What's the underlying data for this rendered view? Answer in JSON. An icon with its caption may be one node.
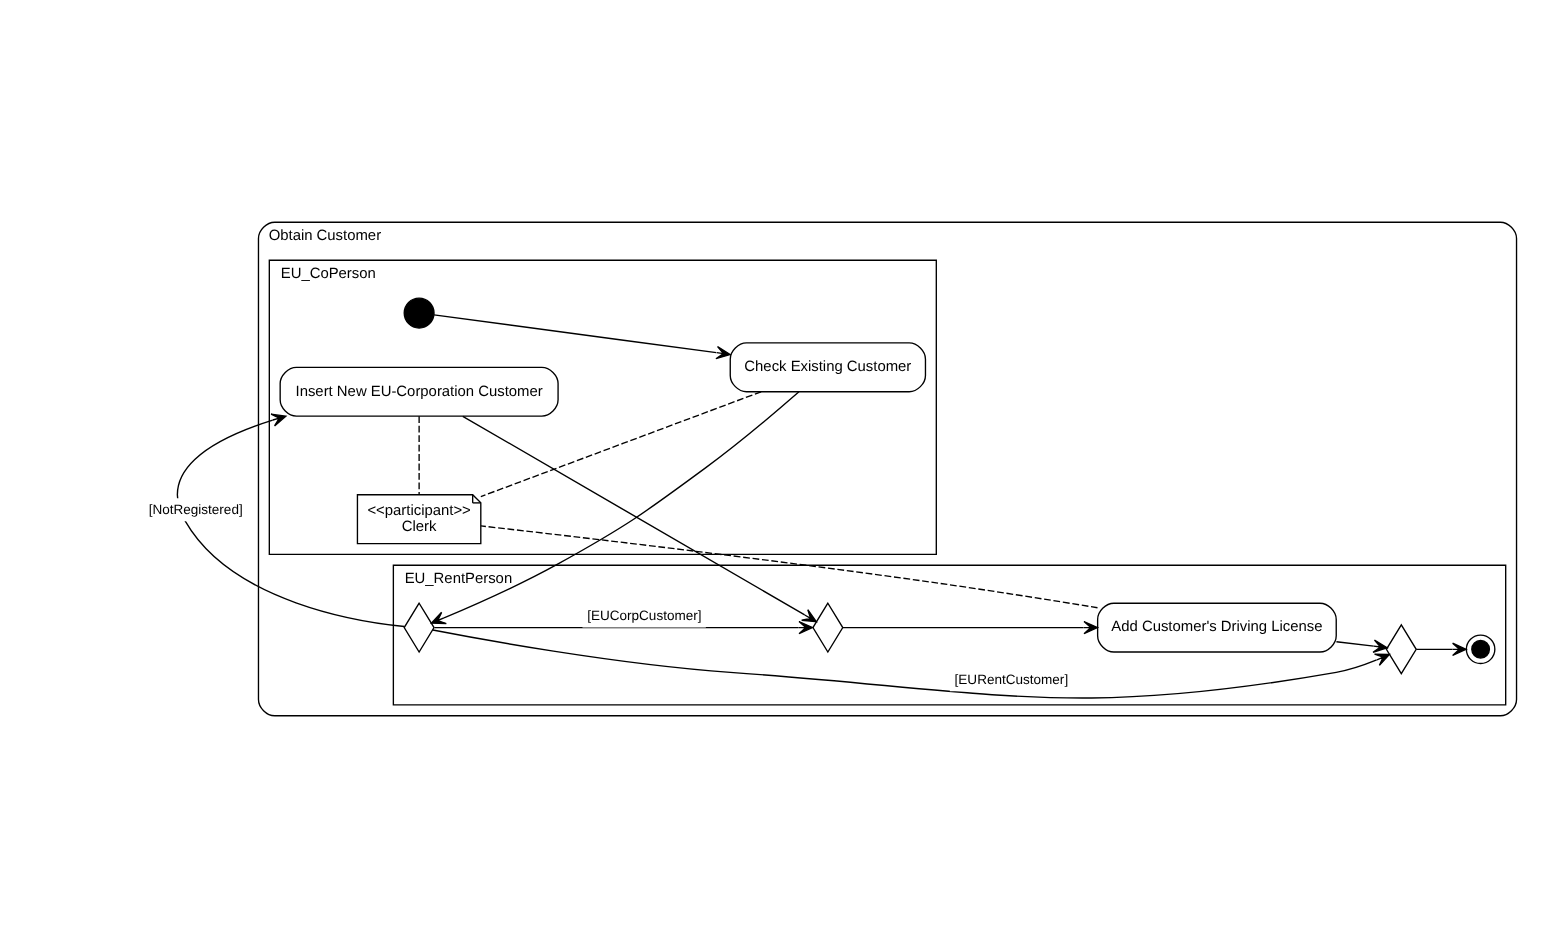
{
  "diagram": {
    "nodes": [
      {
        "text": [
          "Obtain Customer"
        ]
      },
      {
        "text": [
          "EU_RentPerson"
        ],
        "in": 0
      },
      {
        "text": [],
        "shape": "diamond",
        "in": 1
      },
      {
        "text": [],
        "shape": "diamond",
        "in": 1
      },
      {
        "text": [],
        "shape": "diamond",
        "in": 1
      },
      {
        "text": [],
        "shape": "bullseye",
        "in": 1
      },
      {
        "text": [
          "Add Customer's Driving License"
        ],
        "in": 1
      },
      {
        "text": [
          "EU_CoPerson"
        ],
        "in": 0
      },
      {
        "text": [],
        "shape": "circle",
        "in": 7
      },
      {
        "text": [
          "Check Existing Customer"
        ],
        "in": 7
      },
      {
        "text": [
          "Insert New EU-Corporation Customer"
        ],
        "in": 7
      },
      {
        "text": [
          "<<participant>>",
          "Clerk"
        ],
        "in": 7
      }
    ],
    "edges": [
      {
        "from": 8,
        "to": 9,
        "arrow": "to"
      },
      {
        "from": 9,
        "to": 2,
        "arrow": "to"
      },
      {
        "from": 2,
        "to": 4,
        "label": "[EURentCustomer]",
        "arrow": "to"
      },
      {
        "from": 2,
        "to": 3,
        "label": "[EUCorpCustomer]",
        "arrow": "to"
      },
      {
        "from": 2,
        "to": 10,
        "label": "[NotRegistered]",
        "arrow": "to"
      },
      {
        "from": 10,
        "to": 3,
        "arrow": "to"
      },
      {
        "from": 3,
        "to": 6,
        "arrow": "to"
      },
      {
        "from": 6,
        "to": 4,
        "arrow": "to"
      },
      {
        "from": 4,
        "to": 5,
        "arrow": "to"
      },
      {
        "from": 10,
        "to": 11,
        "arrow": "none",
        "style": "dashed"
      },
      {
        "from": 6,
        "to": 11,
        "arrow": "none",
        "style": "dashed"
      },
      {
        "from": 9,
        "to": 11,
        "arrow": "none",
        "style": "dashed"
      }
    ]
  }
}
